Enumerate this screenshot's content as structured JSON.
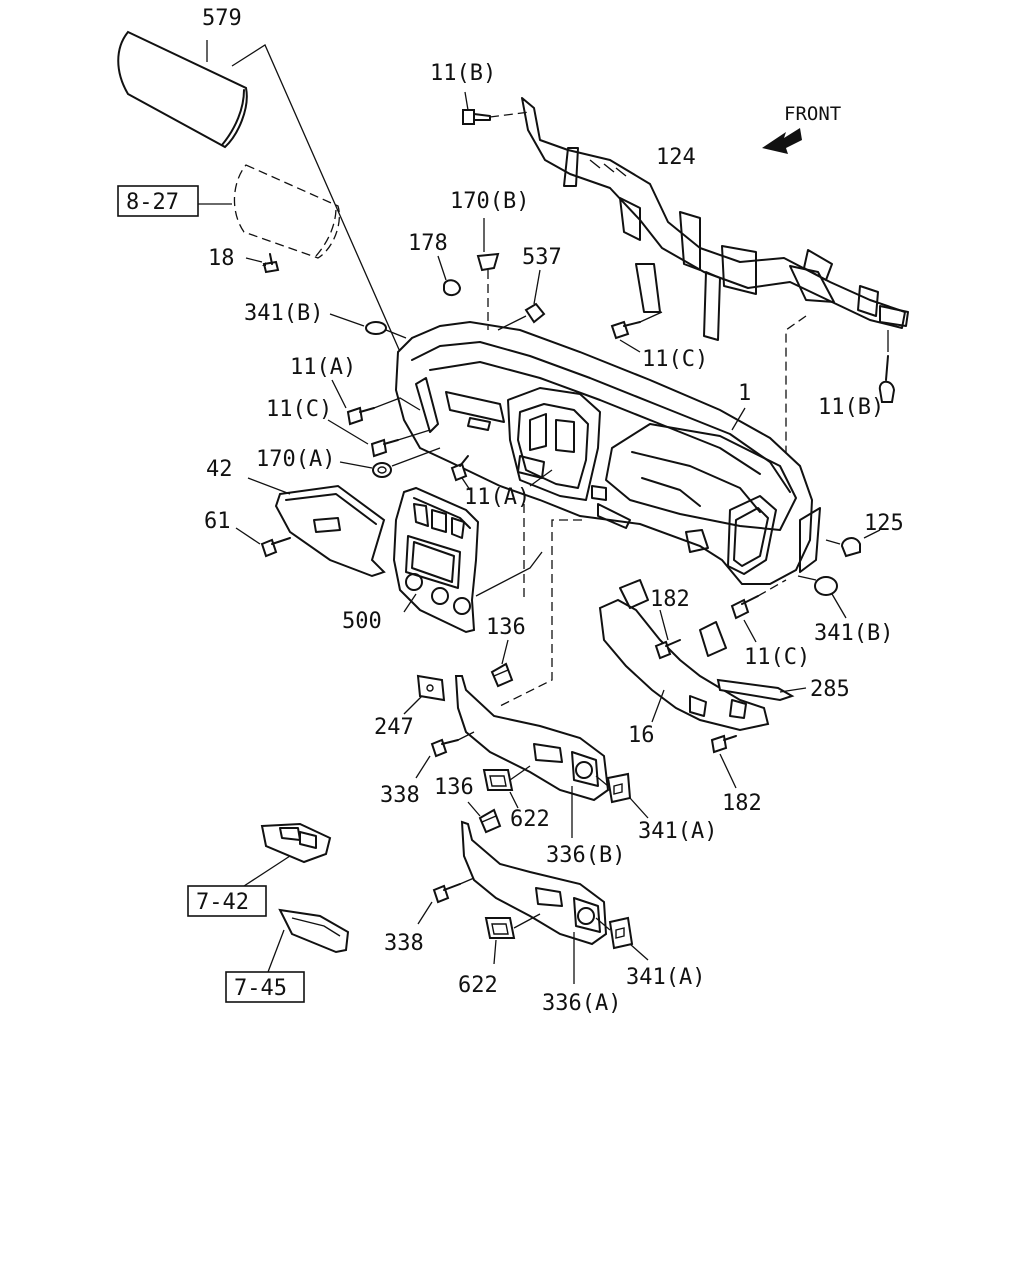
{
  "direction_label": "FRONT",
  "callouts": [
    {
      "id": "c579",
      "text": "579"
    },
    {
      "id": "c11b_top",
      "text": "11(B)"
    },
    {
      "id": "c124",
      "text": "124"
    },
    {
      "id": "c170b",
      "text": "170(B)"
    },
    {
      "id": "c178",
      "text": "178"
    },
    {
      "id": "c537",
      "text": "537"
    },
    {
      "id": "c18",
      "text": "18"
    },
    {
      "id": "c341b_left",
      "text": "341(B)"
    },
    {
      "id": "c11a_upper",
      "text": "11(A)"
    },
    {
      "id": "c11c_left",
      "text": "11(C)"
    },
    {
      "id": "c170a",
      "text": "170(A)"
    },
    {
      "id": "c42",
      "text": "42"
    },
    {
      "id": "c11a_lower",
      "text": "11(A)"
    },
    {
      "id": "c11c_right_top",
      "text": "11(C)"
    },
    {
      "id": "c1",
      "text": "1"
    },
    {
      "id": "c11b_right",
      "text": "11(B)"
    },
    {
      "id": "c61",
      "text": "61"
    },
    {
      "id": "c125",
      "text": "125"
    },
    {
      "id": "c500",
      "text": "500"
    },
    {
      "id": "c136_upper",
      "text": "136"
    },
    {
      "id": "c182_upper",
      "text": "182"
    },
    {
      "id": "c341b_right",
      "text": "341(B)"
    },
    {
      "id": "c11c_right",
      "text": "11(C)"
    },
    {
      "id": "c285",
      "text": "285"
    },
    {
      "id": "c247",
      "text": "247"
    },
    {
      "id": "c16",
      "text": "16"
    },
    {
      "id": "c338_upper",
      "text": "338"
    },
    {
      "id": "c136_lower",
      "text": "136"
    },
    {
      "id": "c622_upper",
      "text": "622"
    },
    {
      "id": "c341a_upper",
      "text": "341(A)"
    },
    {
      "id": "c182_lower",
      "text": "182"
    },
    {
      "id": "c336b",
      "text": "336(B)"
    },
    {
      "id": "c338_lower",
      "text": "338"
    },
    {
      "id": "c622_lower",
      "text": "622"
    },
    {
      "id": "c341a_lower",
      "text": "341(A)"
    },
    {
      "id": "c336a",
      "text": "336(A)"
    }
  ],
  "references": [
    {
      "id": "r827",
      "text": "8-27"
    },
    {
      "id": "r742",
      "text": "7-42"
    },
    {
      "id": "r745",
      "text": "7-45"
    }
  ]
}
